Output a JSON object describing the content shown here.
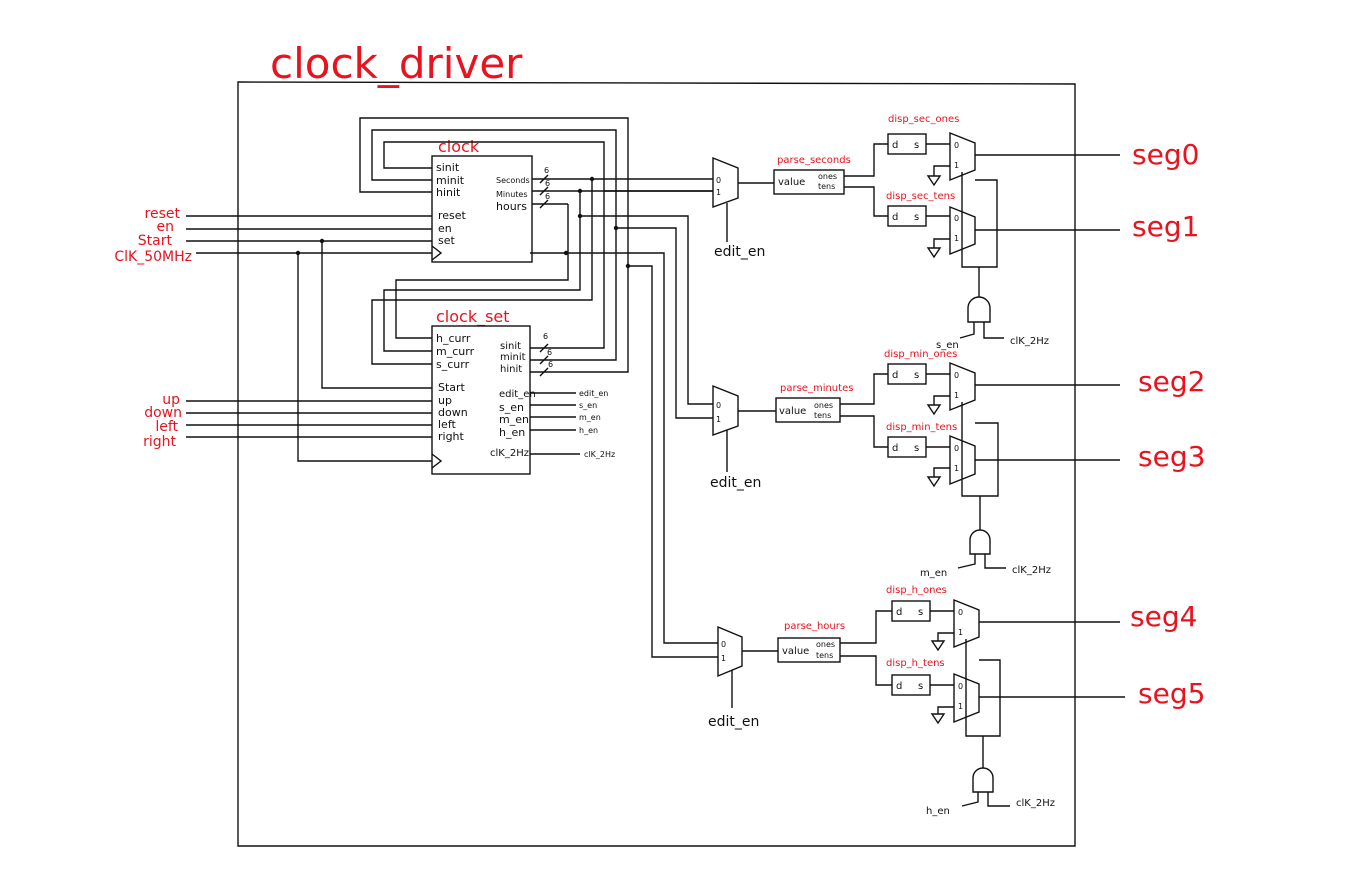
{
  "title": "clock_driver",
  "inputs": {
    "reset": "reset",
    "en": "en",
    "start": "Start",
    "clk": "ClK_50MHz",
    "up": "up",
    "down": "down",
    "left": "left",
    "right": "right"
  },
  "clock": {
    "name": "clock",
    "ports_left": [
      "sinit",
      "minit",
      "hinit",
      "reset",
      "en",
      "set"
    ],
    "ports_right": [
      "Seconds",
      "Minutes",
      "hours"
    ],
    "bus_width": "6"
  },
  "clock_set": {
    "name": "clock_set",
    "ports_left": [
      "h_curr",
      "m_curr",
      "s_curr",
      "Start",
      "up",
      "down",
      "left",
      "right"
    ],
    "ports_right": [
      "sinit",
      "minit",
      "hinit"
    ],
    "outs": [
      "edit_en",
      "s_en",
      "m_en",
      "h_en",
      "clK_2Hz"
    ],
    "outs_ext": [
      "edit_en",
      "s_en",
      "m_en",
      "h_en",
      "clK_2Hz"
    ],
    "bus_width": "6"
  },
  "parse": {
    "seconds": "parse_seconds",
    "minutes": "parse_minutes",
    "hours": "parse_hours",
    "value": "value",
    "ones": "ones",
    "tens": "tens"
  },
  "disp": {
    "sec_ones": "disp_sec_ones",
    "sec_tens": "disp_sec_tens",
    "min_ones": "disp_min_ones",
    "min_tens": "disp_min_tens",
    "h_ones": "disp_h_ones",
    "h_tens": "disp_h_tens",
    "d": "d",
    "s": "s"
  },
  "mux": {
    "in0": "0",
    "in1": "1",
    "sel": "edit_en"
  },
  "and_gates": {
    "s": "s_en",
    "m": "m_en",
    "h": "h_en",
    "clk": "clK_2Hz"
  },
  "outputs": [
    "seg0",
    "seg1",
    "seg2",
    "seg3",
    "seg4",
    "seg5"
  ]
}
